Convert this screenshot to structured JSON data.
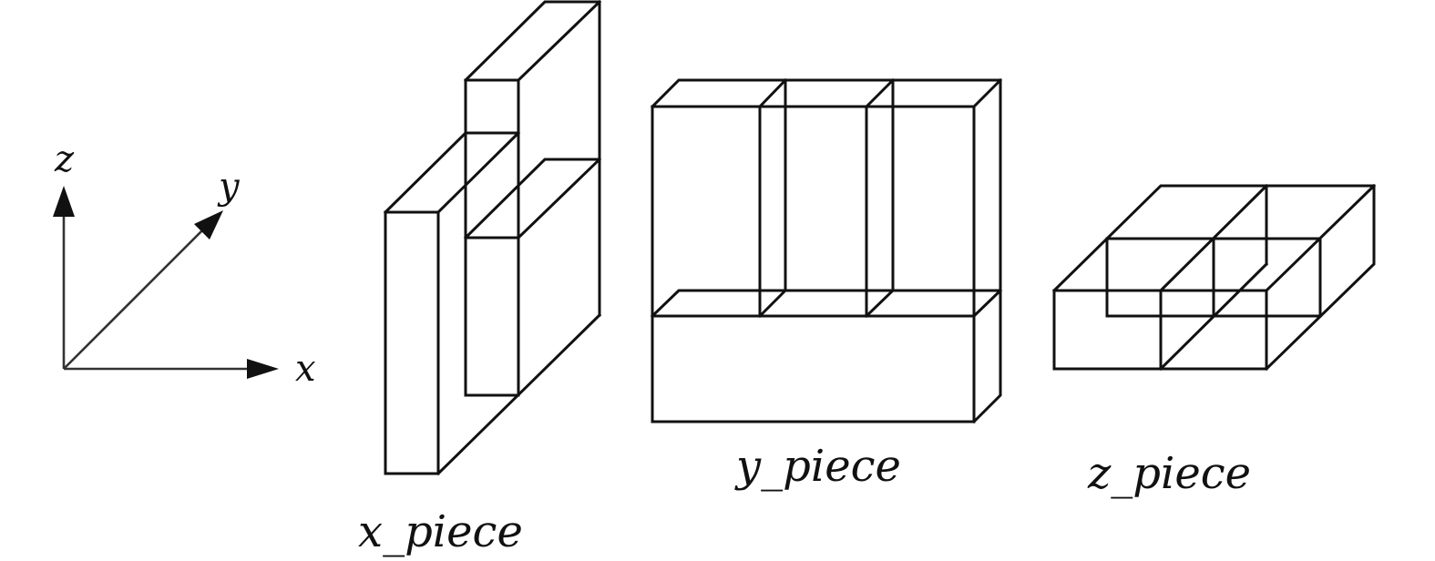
{
  "axes": {
    "x_label": "x",
    "y_label": "y",
    "z_label": "z"
  },
  "pieces": {
    "x_piece": {
      "label": "x_piece"
    },
    "y_piece": {
      "label": "y_piece"
    },
    "z_piece": {
      "label": "z_piece"
    }
  },
  "colors": {
    "stroke": "#111111",
    "axis": "#333333",
    "background": "#ffffff"
  }
}
